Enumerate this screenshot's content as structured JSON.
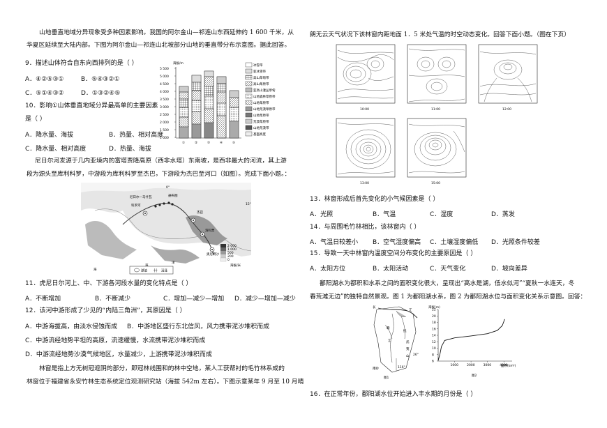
{
  "left": {
    "intro1": [
      "山地垂直地域分异现象受多种因素影响。我国的阿尔金山—祁连山东西延伸约 1 600 千米，从",
      "华夏区延续至大陆内部。下图为阿尔金山—祁连山北坡部分山地的垂直带分布示意图。据此回答。"
    ],
    "q9": "9．描述山体符合自东向西排列的是（    ）",
    "q9_opts": [
      "A．④②⑤③①",
      "B．⑤④③②①",
      "C．⑤①④③②",
      "D．①③②④⑤"
    ],
    "q10": [
      "10．影响①山体垂直地域分异最高单的主要因素",
      "是（    ）"
    ],
    "q10_opts": [
      "A．降水量、海拔",
      "B．热量、相对高度",
      "C．降水量、相对高度",
      "D．热量、海拔"
    ],
    "intro2": [
      "尼日尔河发源于几内亚境内的富塔贾隆高原（西非水塔）东南坡，是西非最大的河流，其上游",
      "段为源头至库利科罗，中游段为库利科罗至杰巴，下游段为杰巴至河口（如图）。完成下面小题。："
    ],
    "q11": "11．虎尼日尔河上、中、下游各河段水量的变化特点是（    ）",
    "q11_opts": [
      "A．不断增加",
      "B．不断减少",
      "C．增加—减少—增加",
      "D．减少—增加—减少"
    ],
    "q12": "12．该河中游形成了少见的“内陆三角洲”，其原因是（    ）",
    "q12_opts": [
      "A．中游海拔高，由淡水侵蚀而成",
      "B．中游地区盛行东北信风，风力携带泥沙堆积而成",
      "C．中游流经地势平坦的高原，流速缓慢，水流携带泥沙堆积而成",
      "D．中游流经地势沙漠气候地区，水量减少，上游携带泥沙堆积而成"
    ],
    "intro3": [
      "林窗是指上方无树冠遮阴的部分，即冠林线围和的林中空地，某人工获帮衬的毛竹林系成的",
      "林窗位于福建省永安竹林生态系统定位观测研究站（海拔 542m 左右）。下图示意某年 9 月至 10 月晴"
    ],
    "chart": {
      "ylabel": "海拔/m",
      "yticks": [
        "5 500",
        "5 000",
        "4 500",
        "4 000",
        "3 500",
        "3 000",
        "2 500",
        "2 000",
        "1 500",
        "1 000"
      ],
      "xcats": [
        "①",
        "②",
        "③",
        "④",
        "⑤"
      ],
      "legend": [
        "冰雪带",
        "亚冰雪带",
        "高山草甸带",
        "高山草原带",
        "亚高山灌丛草甸",
        "山地森林草原带",
        "山地草原带",
        "山地荒漠草原带",
        "山地草原带",
        "荒漠草原带",
        "山地荒漠带",
        "基面高度"
      ]
    },
    "map": {
      "lat15": "15°",
      "lon0": "0°",
      "lat15b": "15°",
      "lon8": "8°",
      "sea1": "海",
      "sea2": "洋",
      "sea3": "海",
      "sea4": "洋",
      "labels": [
        "尼日尔—马什瓦",
        "科罗河",
        "通布图",
        "杰巴",
        "奥尼特沙",
        "洛科贾"
      ],
      "legend_vals": [
        "2 000",
        "1 000",
        "500",
        "200",
        "0"
      ],
      "legend_unit": "海拔/米",
      "legend2": [
        "湖泊",
        "沼泽"
      ]
    }
  },
  "right": {
    "intro4": "朗无云天气状况下该林窗内距地面 1．5 米处气温的时空动态变化。回答下面小题。（图在下页）",
    "contour_times": [
      "10:00",
      "11:00",
      "12:00",
      "13:00",
      "15:00"
    ],
    "q13": "13．林窗形成后首先变化的小气候因素是（    ）",
    "q13_opts": [
      "A．光照",
      "B．气温",
      "C．湿度",
      "D．蒸发"
    ],
    "q14": "14．与周围毛竹林相比，该林窗内（    ）",
    "q14_opts": [
      "A．气温日较差小",
      "B．空气湿度偏高",
      "C．土壤湿度偏低",
      "D．光照条件较差"
    ],
    "q15": "15．导致一天中林窗内温度空间分布变化的主要原因是（    ）",
    "q15_opts": [
      "A．太阳方位",
      "B．太阳活动",
      "C．天气变化",
      "D．坡向差异"
    ],
    "intro5": [
      "鄱阳湖水为都积和水系之间的面积变化很大，呈现出“高水是湖，低水似河”“夏秋一水连天，冬",
      "春荒滩无边”的独特自然景观。图 1 为鄱阳湖水系，图 2 为鄱阳湖水位与面积变化关系示意图。回答："
    ],
    "fig1": {
      "labels": [
        "长",
        "江",
        "抚",
        "赣",
        "江",
        "武",
        "夷",
        "山",
        "南岭"
      ],
      "lon": "116°",
      "lat": "26°",
      "caption": "图1"
    },
    "fig2": {
      "ylabel": "海拔(m)",
      "yticks": [
        "22",
        "20",
        "18",
        "16",
        "14",
        "12",
        "10",
        "8",
        "6"
      ],
      "xticks": [
        "1000",
        "2000",
        "3000",
        "4000"
      ],
      "xlabel": "面积(km²)",
      "caption": "图2",
      "curve": [
        [
          0,
          6.2
        ],
        [
          100,
          8
        ],
        [
          200,
          10.5
        ],
        [
          400,
          12.4
        ],
        [
          1000,
          13.2
        ],
        [
          2000,
          13.8
        ],
        [
          3000,
          14.5
        ],
        [
          3600,
          15.5
        ],
        [
          3900,
          17
        ],
        [
          4050,
          19
        ]
      ]
    },
    "q16": "16．在正常年份，鄱阳湖水位开始进入丰水期的月份是（    ）"
  }
}
